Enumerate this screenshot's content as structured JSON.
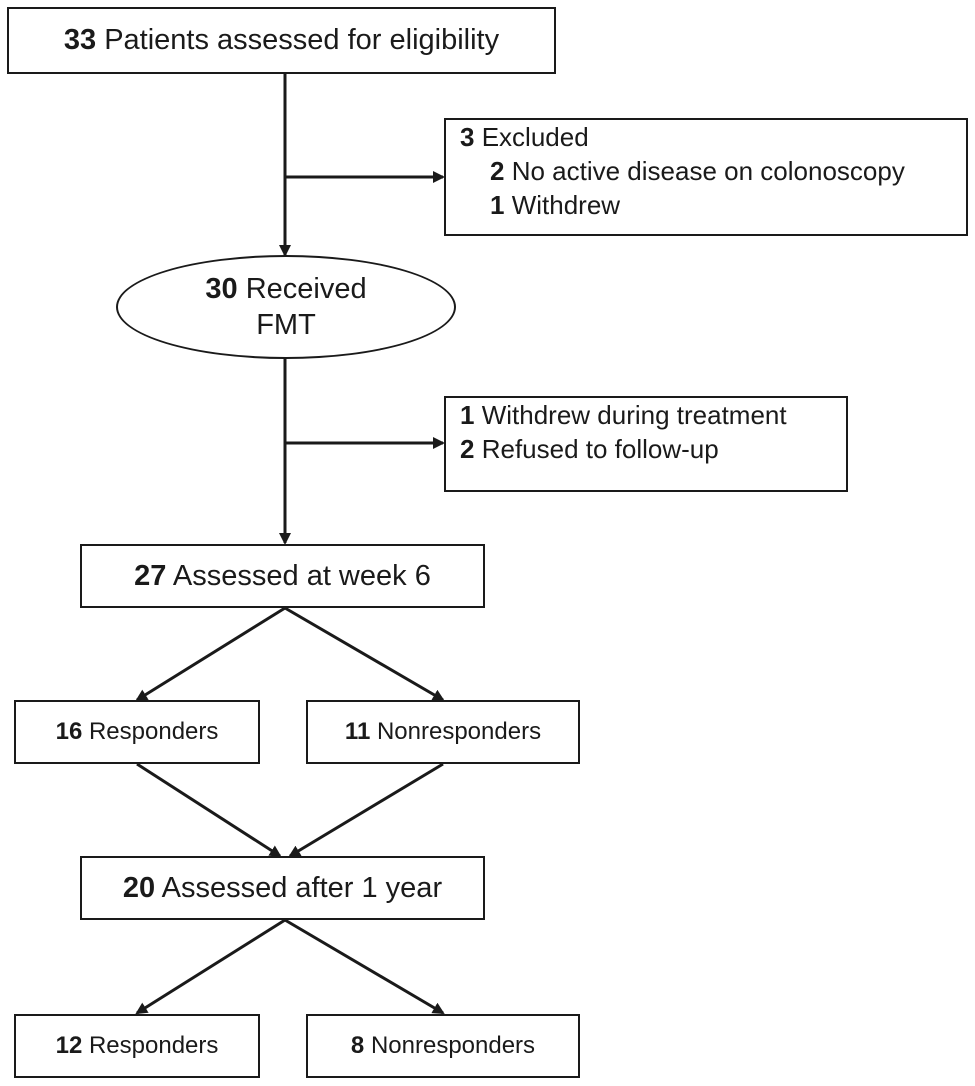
{
  "nodes": {
    "assessed": {
      "count": "33",
      "text": "Patients assessed for eligibility"
    },
    "excluded": {
      "count": "3",
      "text": "Excluded",
      "reasons": [
        {
          "count": "2",
          "text": "No active disease on colonoscopy"
        },
        {
          "count": "1",
          "text": "Withdrew"
        }
      ]
    },
    "received": {
      "count": "30",
      "text_line1": "Received",
      "text_line2": "FMT"
    },
    "withdrawals": [
      {
        "count": "1",
        "text": "Withdrew during treatment"
      },
      {
        "count": "2",
        "text": "Refused to follow-up"
      }
    ],
    "week6": {
      "count": "27",
      "text": "Assessed at week 6"
    },
    "week6_responders": {
      "count": "16",
      "text": "Responders"
    },
    "week6_nonresponders": {
      "count": "11",
      "text": "Nonresponders"
    },
    "year1": {
      "count": "20",
      "text": "Assessed after 1 year"
    },
    "year1_responders": {
      "count": "12",
      "text": "Responders"
    },
    "year1_nonresponders": {
      "count": "8",
      "text": "Nonresponders"
    }
  }
}
